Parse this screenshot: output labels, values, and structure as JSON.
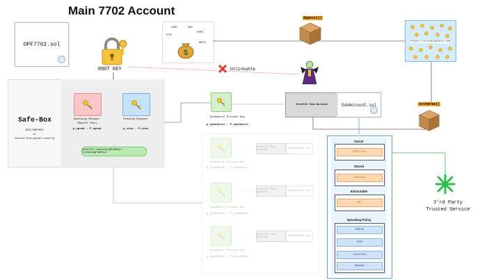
{
  "title": "Main 7702 Account",
  "main_contract": "OPF7702.sol",
  "root_key": "ROOT KEY",
  "unlinkable": "Unlinkable",
  "tokens": [
    "USDC",
    "DAI",
    "USDT",
    "ETH",
    "WETH"
  ],
  "deposit": "deposit()",
  "withdraw": "withdraw()",
  "mixer_url": "https://privacypools.com",
  "safebox": {
    "title": "Safe-Box",
    "sub1": "ERC/HSM/MPC",
    "sub2": "or",
    "sub3": "Stored Encrypted Locally"
  },
  "spending": {
    "label1": "Spending Keypair",
    "label2": "(Master Key)",
    "formula": "p_spend → P_spend"
  },
  "viewing": {
    "label1": "Viewing Keypair",
    "formula": "p_view → P_view"
  },
  "stealth_meta": "stealth:<spendingPubKey><viewingPubKey>",
  "ephemeral": {
    "label": "Ephemeral Private Key",
    "formula": "p_ephemeral → P_ephemeral"
  },
  "stealth_sub": "Stealth Sub-Account",
  "subaccount": "SubAccount.sol",
  "policy": {
    "owner": "Owner",
    "owner_value": "P256 Key",
    "stored": "Stored",
    "stored_value": "Passkey",
    "extractable": "Extractable",
    "extractable_value": "NO!",
    "spending_policy": "Spending Policy",
    "items": [
      "ERC20",
      "ETH",
      "Contract",
      "Amount"
    ]
  },
  "third_party": [
    "3'rd Party",
    "Trusted Service"
  ],
  "colors": {
    "spending_bg": "#f8c6c6",
    "viewing_bg": "#c6e2f8",
    "ephemeral_bg": "#d3f0c8",
    "green_pill": "#b9ecb1",
    "accent_orange": "#f5a623",
    "unlinkable_red": "#e53935",
    "third_party_green": "#2dbd4a"
  }
}
